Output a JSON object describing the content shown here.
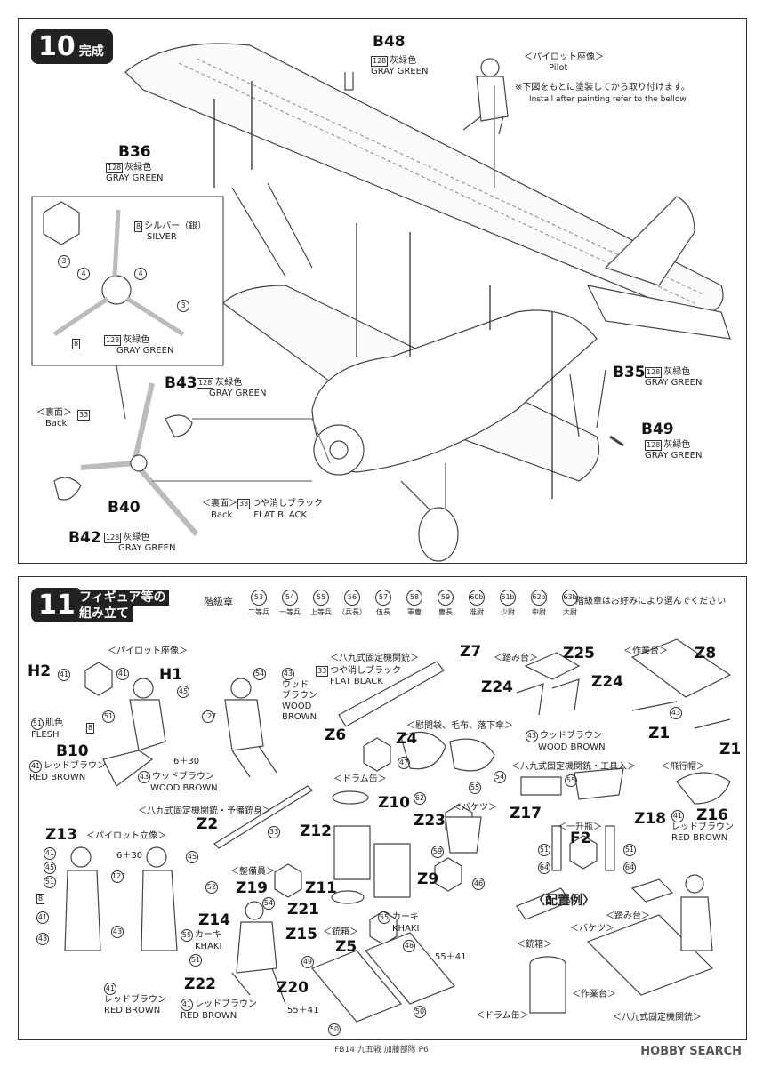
{
  "step10": {
    "number": "10",
    "title": "完成",
    "pilot_seat": "＜パイロット座像＞",
    "pilot_en": "Pilot",
    "pilot_note_jp": "※下図をもとに塗装してから取り付けます。",
    "pilot_note_en": "Install after painting refer to the bellow",
    "b48": "B48",
    "b48_num": "128",
    "b48_jp": "灰緑色",
    "b48_en": "GRAY GREEN",
    "b36": "B36",
    "b36_num": "128",
    "b36_jp": "灰緑色",
    "b36_en": "GRAY GREEN",
    "prop_silver_num": "8",
    "prop_silver_jp": "シルバー（銀）",
    "prop_silver_en": "SILVER",
    "prop_gray_num": "128",
    "prop_gray_jp": "灰緑色",
    "prop_gray_en": "GRAY GREEN",
    "c3a": "3",
    "c3b": "3",
    "c4a": "4",
    "c4b": "4",
    "c8": "8",
    "b43": "B43",
    "b43_num": "128",
    "b43_jp": "灰緑色",
    "b43_en": "GRAY GREEN",
    "back1_jp": "＜裏面＞",
    "back1_en": "Back",
    "back1_num": "33",
    "b40": "B40",
    "back2_jp": "＜裏面＞",
    "back2_en": "Back",
    "back2_num": "33",
    "back2_color_jp": "つや消しブラック",
    "back2_color_en": "FLAT BLACK",
    "b42": "B42",
    "b42_num": "128",
    "b42_jp": "灰緑色",
    "b42_en": "GRAY GREEN",
    "b35": "B35",
    "b35_num": "128",
    "b35_jp": "灰緑色",
    "b35_en": "GRAY GREEN",
    "b49": "B49",
    "b49_num": "128",
    "b49_jp": "灰緑色",
    "b49_en": "GRAY GREEN"
  },
  "step11": {
    "number": "11",
    "title1": "フィギュア等の",
    "title2": "組み立て",
    "rank_label": "階級章",
    "ranks": [
      {
        "n": "53",
        "t": "二等兵"
      },
      {
        "n": "54",
        "t": "一等兵"
      },
      {
        "n": "55",
        "t": "上等兵"
      },
      {
        "n": "56",
        "t": "（兵長）"
      },
      {
        "n": "57",
        "t": "伍長"
      },
      {
        "n": "58",
        "t": "軍曹"
      },
      {
        "n": "59",
        "t": "曹長"
      },
      {
        "n": "60b",
        "t": "准尉"
      },
      {
        "n": "61b",
        "t": "少尉"
      },
      {
        "n": "62b",
        "t": "中尉"
      },
      {
        "n": "63b",
        "t": "大尉"
      }
    ],
    "rank_note": "階級章はお好みにより選んでください",
    "pilot_seat": "＜パイロット座像＞",
    "h2": "H2",
    "h1": "H1",
    "b10": "B10",
    "n41a": "41",
    "n41b": "41",
    "n45a": "45",
    "n51a": "51",
    "n51b": "51",
    "n8a": "8",
    "flesh_jp": "肌色",
    "flesh_en": "FLESH",
    "n6_30a": "6＋30",
    "n43a": "43",
    "wb_jp1": "ウッドブラウン",
    "wb_en1": "WOOD BROWN",
    "rb_jp1": "レッドブラウン",
    "rb_en1": "RED BROWN",
    "n127a": "127",
    "n54a": "54",
    "n43b": "43",
    "wood_jp": "ウッド",
    "brown_jp": "ブラウン",
    "wood_en": "WOOD",
    "brown_en": "BROWN",
    "n41c": "41",
    "mg_label": "＜八九式固定機関銃＞",
    "mg_num": "33",
    "mg_jp": "つや消しブラック",
    "mg_en": "FLAT BLACK",
    "z7": "Z7",
    "z6": "Z6",
    "stool_label": "＜踏み台＞",
    "z25": "Z25",
    "z24a": "Z24",
    "z24b": "Z24",
    "stool_num": "43",
    "stool_jp": "ウッドブラウン",
    "stool_en": "WOOD BROWN",
    "bench_label": "＜作業台＞",
    "z8": "Z8",
    "z1a": "Z1",
    "z1b": "Z1",
    "n43c": "43",
    "bag_label": "＜慰問袋、毛布、落下傘＞",
    "z4": "Z4",
    "n47": "47",
    "n62": "62",
    "n55a": "55",
    "n54b": "54",
    "spare_label": "＜八九式固定機関銃・予備銃身＞",
    "z2": "Z2",
    "n33b": "33",
    "drum_label": "＜ドラム缶＞",
    "z10": "Z10",
    "z12": "Z12",
    "z11": "Z11",
    "z9": "Z9",
    "bucket_label": "＜バケツ＞",
    "z23": "Z23",
    "n59": "59",
    "n46": "46",
    "tools_label": "＜八九式固定機関銃・工具入＞",
    "n55b": "55",
    "z17": "Z17",
    "z18": "Z18",
    "cap_label": "＜飛行帽＞",
    "z16": "Z16",
    "n41d": "41",
    "rb_jp2": "レッドブラウン",
    "rb_en2": "RED BROWN",
    "bottle_label": "＜一升瓶＞",
    "f2": "F2",
    "n51c": "51",
    "n51d": "51",
    "n64a": "64",
    "n64b": "64",
    "stand_label": "＜パイロット立像＞",
    "z13": "Z13",
    "n41e": "41",
    "n45b": "45",
    "n51e": "51",
    "n8b": "8",
    "n41f": "41",
    "n43d": "43",
    "n6_30b": "6＋30",
    "n45c": "45",
    "n127b": "127",
    "n43e": "43",
    "n41g": "41",
    "rb_jp3": "レッドブラウン",
    "rb_en3": "RED BROWN",
    "mech_label": "＜整備員＞",
    "z19": "Z19",
    "n52": "52",
    "n54c": "54",
    "z21": "Z21",
    "z14": "Z14",
    "n55c": "55",
    "khaki_jp1": "カーキ",
    "khaki_en1": "KHAKI",
    "n51f": "51",
    "z15": "Z15",
    "z22": "Z22",
    "z20": "Z20",
    "n41h": "41",
    "rb_jp4": "レッドブラウン",
    "rb_en4": "RED BROWN",
    "n55d": "55",
    "khaki_jp2": "カーキ",
    "khaki_en2": "KHAKI",
    "box_label": "＜銃箱＞",
    "z5": "Z5",
    "n49": "49",
    "n48": "48",
    "n55_41a": "55＋41",
    "n50a": "50",
    "n50b": "50",
    "n55_41b": "55＋41",
    "layout_title": "〈配置例〉",
    "ex_stool": "＜踏み台＞",
    "ex_bucket": "＜バケツ＞",
    "ex_box": "＜銃箱＞",
    "ex_bench": "＜作業台＞",
    "ex_drum": "＜ドラム缶＞",
    "ex_mg": "＜八九式固定機関銃＞"
  },
  "footer": "FB14 九五戦 加藤部隊 P6",
  "watermark": "HOBBY SEARCH"
}
